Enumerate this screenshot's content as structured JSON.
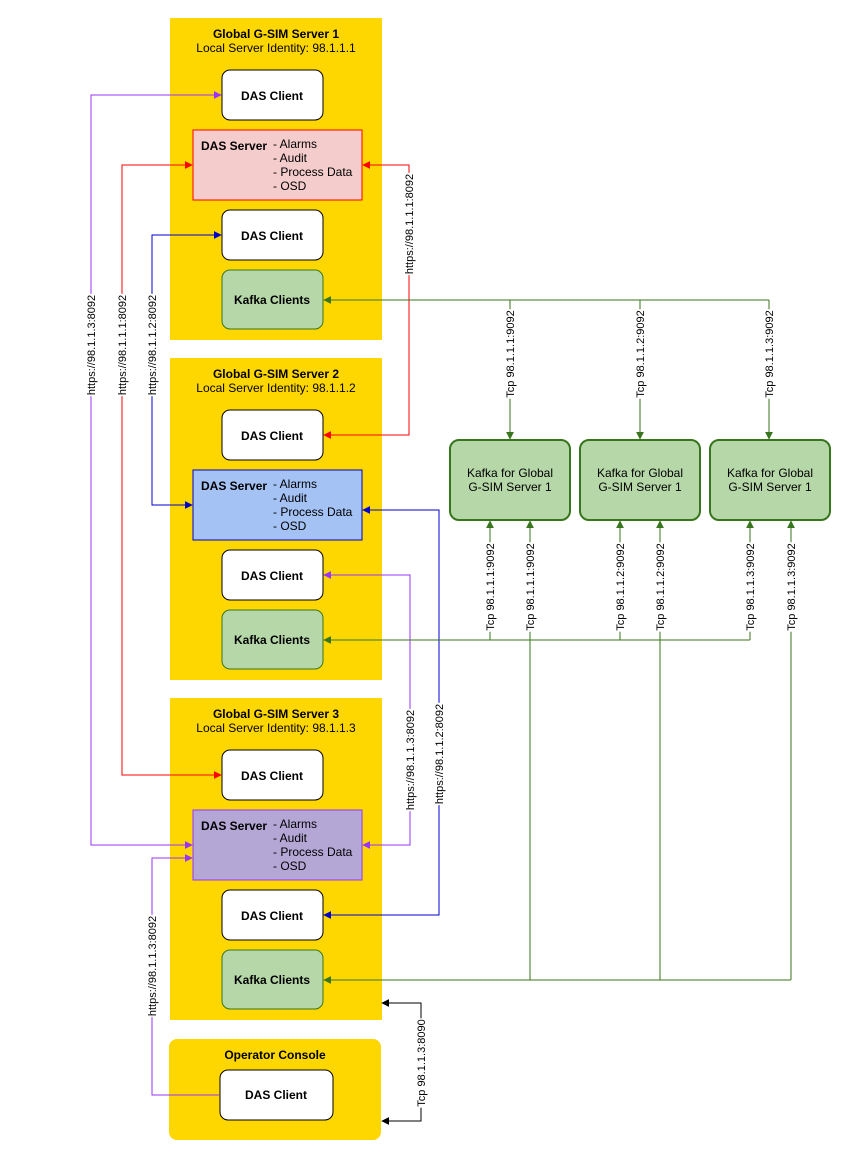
{
  "servers": [
    {
      "title": "Global G-SIM Server 1",
      "identity": "Local Server Identity: 98.1.1.1",
      "das_client_a": "DAS Client",
      "das_server": {
        "label": "DAS Server",
        "items": [
          "- Alarms",
          "- Audit",
          "- Process Data",
          "- OSD"
        ]
      },
      "das_client_b": "DAS Client",
      "kafka_clients": "Kafka Clients"
    },
    {
      "title": "Global G-SIM Server 2",
      "identity": "Local Server Identity: 98.1.1.2",
      "das_client_a": "DAS Client",
      "das_server": {
        "label": "DAS Server",
        "items": [
          "- Alarms",
          "- Audit",
          "- Process Data",
          "- OSD"
        ]
      },
      "das_client_b": "DAS Client",
      "kafka_clients": "Kafka Clients"
    },
    {
      "title": "Global G-SIM Server 3",
      "identity": "Local Server Identity: 98.1.1.3",
      "das_client_a": "DAS Client",
      "das_server": {
        "label": "DAS Server",
        "items": [
          "- Alarms",
          "- Audit",
          "- Process Data",
          "- OSD"
        ]
      },
      "das_client_b": "DAS Client",
      "kafka_clients": "Kafka Clients"
    }
  ],
  "operator_console": {
    "title": "Operator Console",
    "das_client": "DAS Client"
  },
  "kafka_nodes": [
    {
      "line1": "Kafka for Global",
      "line2": "G-SIM Server 1"
    },
    {
      "line1": "Kafka for Global",
      "line2": "G-SIM Server 1"
    },
    {
      "line1": "Kafka for Global",
      "line2": "G-SIM Server 1"
    }
  ],
  "connection_labels": {
    "https_s1_outer": "https://98.1.1.3:8092",
    "https_s1_red": "https://98.1.1.1:8092",
    "https_s1_blue": "https://98.1.1.2:8092",
    "https_right_s1": "https://98.1.1.1:8092",
    "https_right_s3_purple": "https://98.1.1.3:8092",
    "https_right_s2_blue": "https://98.1.1.2:8092",
    "https_console": "https://98.1.1.3:8092",
    "tcp_top_1": "Tcp 98.1.1.1:9092",
    "tcp_top_2": "Tcp 98.1.1.2:9092",
    "tcp_top_3": "Tcp 98.1.1.3:9092",
    "tcp_k1_a": "Tcp 98.1.1.1:9092",
    "tcp_k1_b": "Tcp 98.1.1.1:9092",
    "tcp_k2_a": "Tcp 98.1.1.2:9092",
    "tcp_k2_b": "Tcp 98.1.1.2:9092",
    "tcp_k3_a": "Tcp 98.1.1.3:9092",
    "tcp_k3_b": "Tcp 98.1.1.3:9092",
    "tcp_console": "Tcp 98.1.1.3:8090"
  },
  "colors": {
    "server_bg": "#FFD700",
    "white_box": "#FFFFFF",
    "das_server_1": "#F4CCCC",
    "das_server_2": "#A4C2F4",
    "das_server_3": "#B4A7D6",
    "kafka_green": "#B6D7A8",
    "kafka_border": "#38761D",
    "red": "#FF0000",
    "blue": "#0000CC",
    "purple": "#9933FF",
    "green_line": "#38761D"
  }
}
